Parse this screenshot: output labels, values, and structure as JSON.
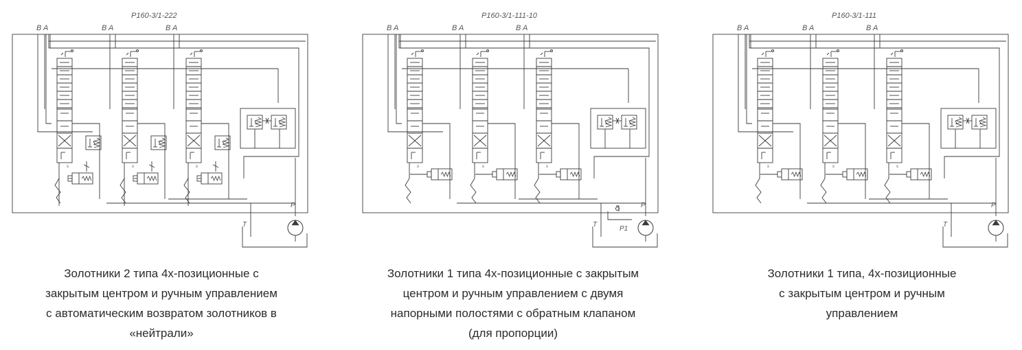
{
  "diagrams": [
    {
      "model": "P160-3/1-222",
      "section_ports": [
        "B A",
        "B A",
        "B A"
      ],
      "pressure_port": "P",
      "tank_port": "T",
      "extra_port": "",
      "caption_lines": [
        "Золотники 2 типа 4х-позиционные с",
        "закрытым центром и ручным управлением",
        "с автоматическим возвратом золотников в",
        "«нейтрали»"
      ]
    },
    {
      "model": "P160-3/1-111-10",
      "section_ports": [
        "B A",
        "B A",
        "B A"
      ],
      "pressure_port": "P",
      "tank_port": "T",
      "extra_port": "P1",
      "caption_lines": [
        "Золотники 1 типа 4х-позиционные с закрытым",
        "центром и ручным управлением с двумя",
        "напорными полостями с обратным клапаном",
        "(для пропорции)"
      ]
    },
    {
      "model": "P160-3/1-111",
      "section_ports": [
        "B A",
        "B A",
        "B A"
      ],
      "pressure_port": "P",
      "tank_port": "T",
      "extra_port": "",
      "caption_lines": [
        "Золотники 1 типа, 4х-позиционные",
        "с закрытым центром и ручным",
        "управлением"
      ]
    }
  ],
  "colors": {
    "line": "#3a3a3a",
    "label": "#555555",
    "caption": "#2b2b2b"
  }
}
